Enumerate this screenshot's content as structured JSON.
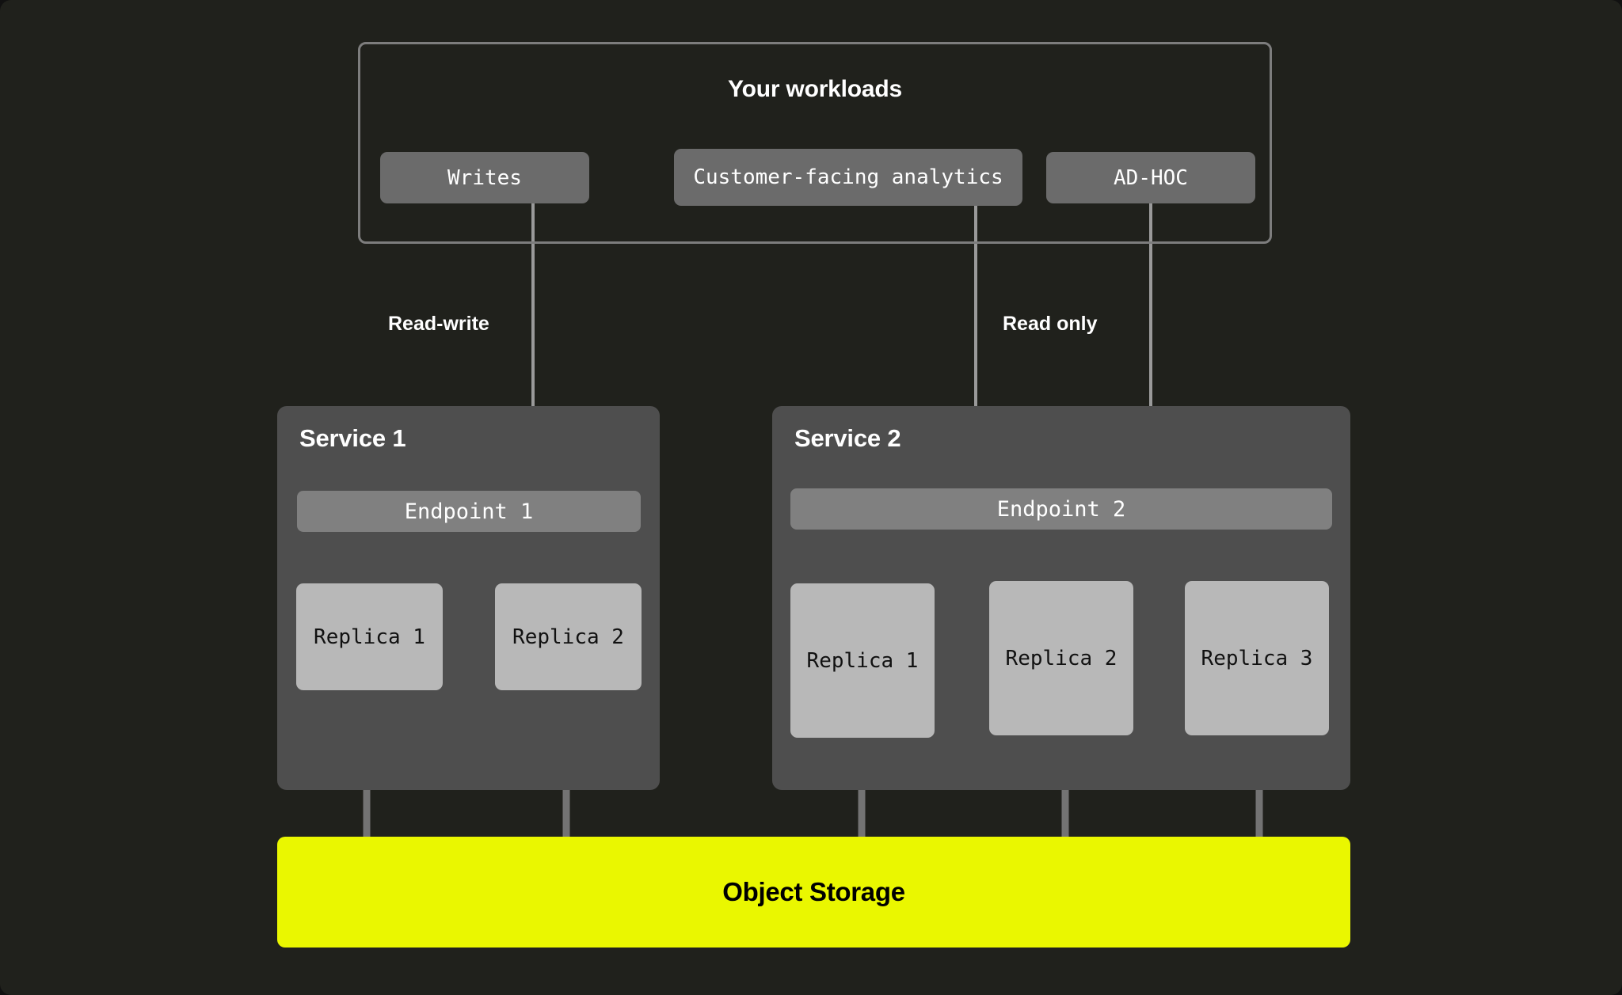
{
  "diagram": {
    "background_color": "#20211c",
    "workloads": {
      "title": "Your workloads",
      "border_color": "#7d7d7d",
      "chips": [
        {
          "label": "Writes",
          "color": "#6b6b6b"
        },
        {
          "label": "Customer-facing analytics",
          "color": "#6b6b6b"
        },
        {
          "label": "AD-HOC",
          "color": "#6b6b6b"
        }
      ]
    },
    "flow_labels": [
      {
        "label": "Read-write",
        "from": "Writes",
        "to": "Service 1"
      },
      {
        "label": "Read only",
        "from": "Customer-facing analytics",
        "to": "Service 2"
      }
    ],
    "services": [
      {
        "title": "Service 1",
        "color": "#4e4e4e",
        "endpoint": {
          "label": "Endpoint 1",
          "color": "#808080"
        },
        "replicas": [
          {
            "label": "Replica 1",
            "color": "#b8b8b8"
          },
          {
            "label": "Replica 2",
            "color": "#b8b8b8"
          }
        ]
      },
      {
        "title": "Service 2",
        "color": "#4e4e4e",
        "endpoint": {
          "label": "Endpoint 2",
          "color": "#808080"
        },
        "replicas": [
          {
            "label": "Replica 1",
            "color": "#b8b8b8"
          },
          {
            "label": "Replica 2",
            "color": "#b8b8b8"
          },
          {
            "label": "Replica 3",
            "color": "#b8b8b8"
          }
        ]
      }
    ],
    "storage": {
      "label": "Object Storage",
      "color": "#eaf700",
      "text_color": "#000000"
    },
    "connector_color": "#7d7d7d"
  }
}
